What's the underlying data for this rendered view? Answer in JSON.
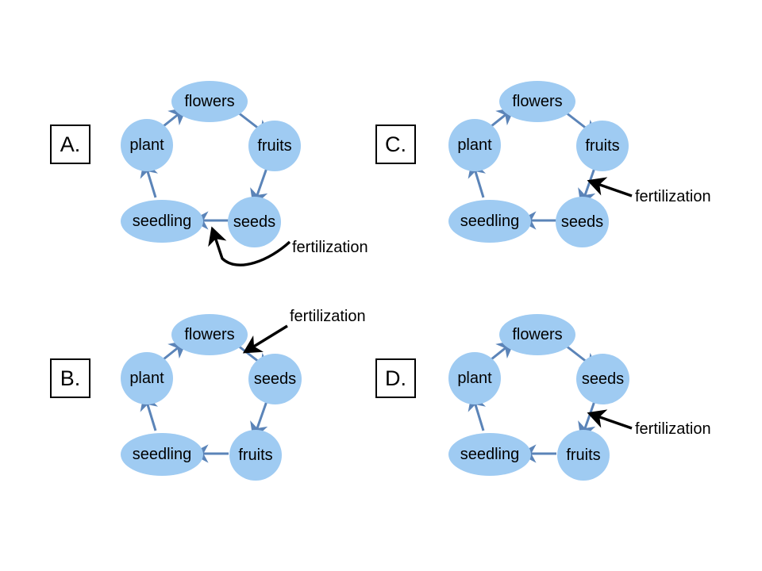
{
  "figure": {
    "background_color": "#ffffff",
    "node_fill_color": "#9FCBF2",
    "cycle_arrow_color": "#5B84B8",
    "fertilization_arrow_color": "#000000",
    "text_color": "#000000"
  },
  "panels": [
    {
      "id": "A",
      "label": "A.",
      "nodes": [
        {
          "key": "flowers",
          "label": "flowers"
        },
        {
          "key": "fruits",
          "label": "fruits"
        },
        {
          "key": "seeds",
          "label": "seeds"
        },
        {
          "key": "seedling",
          "label": "seedling"
        },
        {
          "key": "plant",
          "label": "plant"
        }
      ],
      "cycle_order": [
        "flowers",
        "fruits",
        "seeds",
        "seedling",
        "plant"
      ],
      "annotation": {
        "text": "fertilization",
        "points_to": "seeds-to-seedling",
        "arrow_style": "curved"
      }
    },
    {
      "id": "B",
      "label": "B.",
      "nodes": [
        {
          "key": "flowers",
          "label": "flowers"
        },
        {
          "key": "seeds",
          "label": "seeds"
        },
        {
          "key": "fruits",
          "label": "fruits"
        },
        {
          "key": "seedling",
          "label": "seedling"
        },
        {
          "key": "plant",
          "label": "plant"
        }
      ],
      "cycle_order": [
        "flowers",
        "seeds",
        "fruits",
        "seedling",
        "plant"
      ],
      "annotation": {
        "text": "fertilization",
        "points_to": "flowers-to-seeds",
        "arrow_style": "straight"
      }
    },
    {
      "id": "C",
      "label": "C.",
      "nodes": [
        {
          "key": "flowers",
          "label": "flowers"
        },
        {
          "key": "fruits",
          "label": "fruits"
        },
        {
          "key": "seeds",
          "label": "seeds"
        },
        {
          "key": "seedling",
          "label": "seedling"
        },
        {
          "key": "plant",
          "label": "plant"
        }
      ],
      "cycle_order": [
        "flowers",
        "fruits",
        "seeds",
        "seedling",
        "plant"
      ],
      "annotation": {
        "text": "fertilization",
        "points_to": "fruits-to-seeds",
        "arrow_style": "straight"
      }
    },
    {
      "id": "D",
      "label": "D.",
      "nodes": [
        {
          "key": "flowers",
          "label": "flowers"
        },
        {
          "key": "seeds",
          "label": "seeds"
        },
        {
          "key": "fruits",
          "label": "fruits"
        },
        {
          "key": "seedling",
          "label": "seedling"
        },
        {
          "key": "plant",
          "label": "plant"
        }
      ],
      "cycle_order": [
        "flowers",
        "seeds",
        "fruits",
        "seedling",
        "plant"
      ],
      "annotation": {
        "text": "fertilization",
        "points_to": "seeds-to-fruits",
        "arrow_style": "straight"
      }
    }
  ]
}
